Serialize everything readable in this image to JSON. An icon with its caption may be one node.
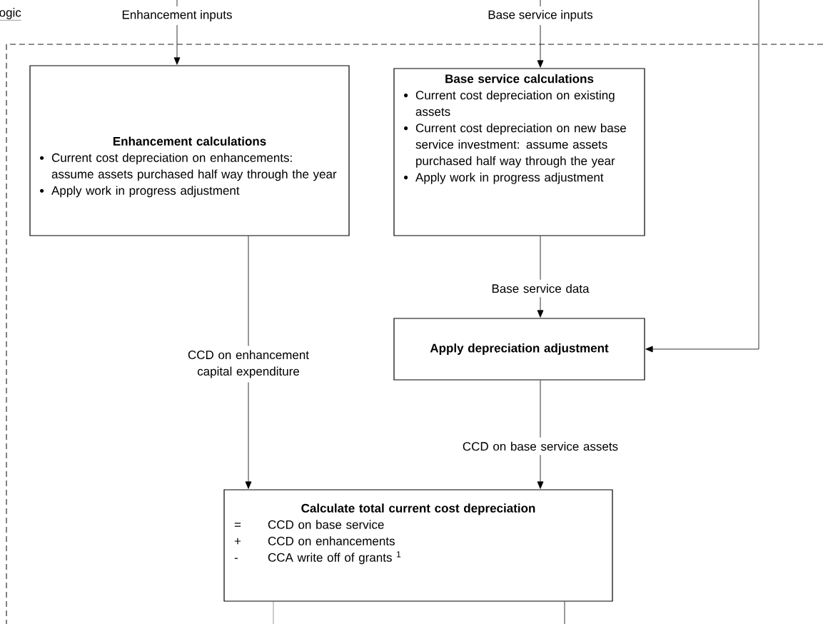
{
  "diagram": {
    "nodes": [
      {
        "text": [
          "Enhancement inputs"
        ]
      },
      {
        "text": [
          "Base service inputs"
        ]
      },
      {
        "text": [
          "Enhancement calculations",
          "Current cost depreciation on enhancements: assume assets purchased half way through the year",
          "Apply work in progress adjustment"
        ]
      },
      {
        "text": [
          "Base service calculations",
          "Current cost depreciation on existing assets",
          "Current cost depreciation on new base service investment: assume assets purchased half way through the year",
          "Apply work in progress adjustment"
        ]
      },
      {
        "text": [
          "Apply depreciation adjustment"
        ]
      },
      {
        "text": [
          "Calculate total current cost depreciation",
          "=",
          "CCD on base service",
          "+",
          "CCD on enhancements",
          "-",
          "CCA write off of grants $^{1}$"
        ]
      }
    ],
    "edges": [
      {
        "from": null,
        "to": 0,
        "arrow": "none"
      },
      {
        "from": 0,
        "to": 2,
        "arrow": "to"
      },
      {
        "from": null,
        "to": 1,
        "arrow": "none"
      },
      {
        "from": 1,
        "to": 3,
        "arrow": "to"
      },
      {
        "from": 3,
        "to": 4,
        "arrow": "to",
        "label": "Base service data"
      },
      {
        "from": null,
        "to": 4,
        "arrow": "to"
      },
      {
        "from": 2,
        "to": 5,
        "arrow": "to",
        "label": "CCD on enhancement capital expenditure"
      },
      {
        "from": 4,
        "to": 5,
        "arrow": "to",
        "label": "CCD on base service assets"
      },
      {
        "from": 5,
        "to": null,
        "arrow": "none"
      },
      {
        "from": 5,
        "to": null,
        "arrow": "none"
      }
    ],
    "labels": [
      "ogic"
    ]
  }
}
